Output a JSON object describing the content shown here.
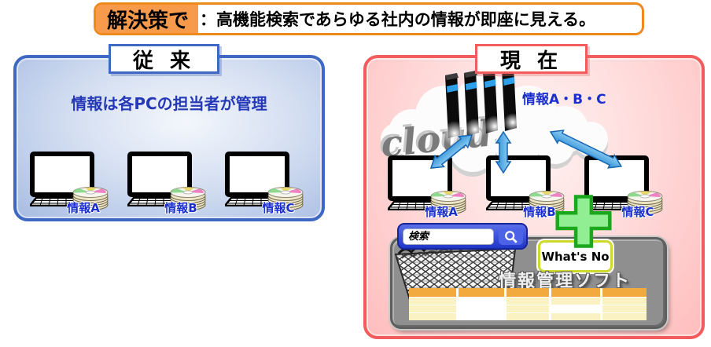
{
  "banner": {
    "label": "解決策で",
    "text": "：高機能検索であらゆる社内の情報が即座に見える。"
  },
  "left_panel": {
    "title": "従 来",
    "description": "情報は各PCの担当者が管理",
    "computers": [
      {
        "label": "情報A"
      },
      {
        "label": "情報B"
      },
      {
        "label": "情報C"
      }
    ]
  },
  "right_panel": {
    "title": "現 在",
    "cloud": {
      "text": "cloud",
      "info_label": "情報A・B・C"
    },
    "computers": [
      {
        "label": "情報A"
      },
      {
        "label": "情報B"
      },
      {
        "label": "情報C"
      }
    ],
    "software_panel": {
      "search_label": "検索",
      "logo": "What's No",
      "title": "情報管理ソフト",
      "table": {
        "columns": 5,
        "body_rows": 3
      }
    }
  },
  "icons": {
    "search_icon": "magnifier",
    "computer_icon": "desktop-pc",
    "disk_icon": "cd-stack",
    "cloud_icon": "cloud-with-server-rack",
    "basket_icon": "wire-mesh-basket",
    "plus_icon": "green-plus",
    "arrow_icon": "blue-double-arrow"
  },
  "colors": {
    "banner_orange": "#EE8A1C",
    "banner_label_bg": "#F79A4B",
    "left_blue": "#3E68C2",
    "right_red": "#F25C5C",
    "label_blue": "#1A2FCC",
    "plus_green": "#1CA81C",
    "search_blue": "#2036C8",
    "table_header": "#F2A93E",
    "table_cell": "#FBF2C4",
    "software_gray": "#8F8F8F"
  }
}
